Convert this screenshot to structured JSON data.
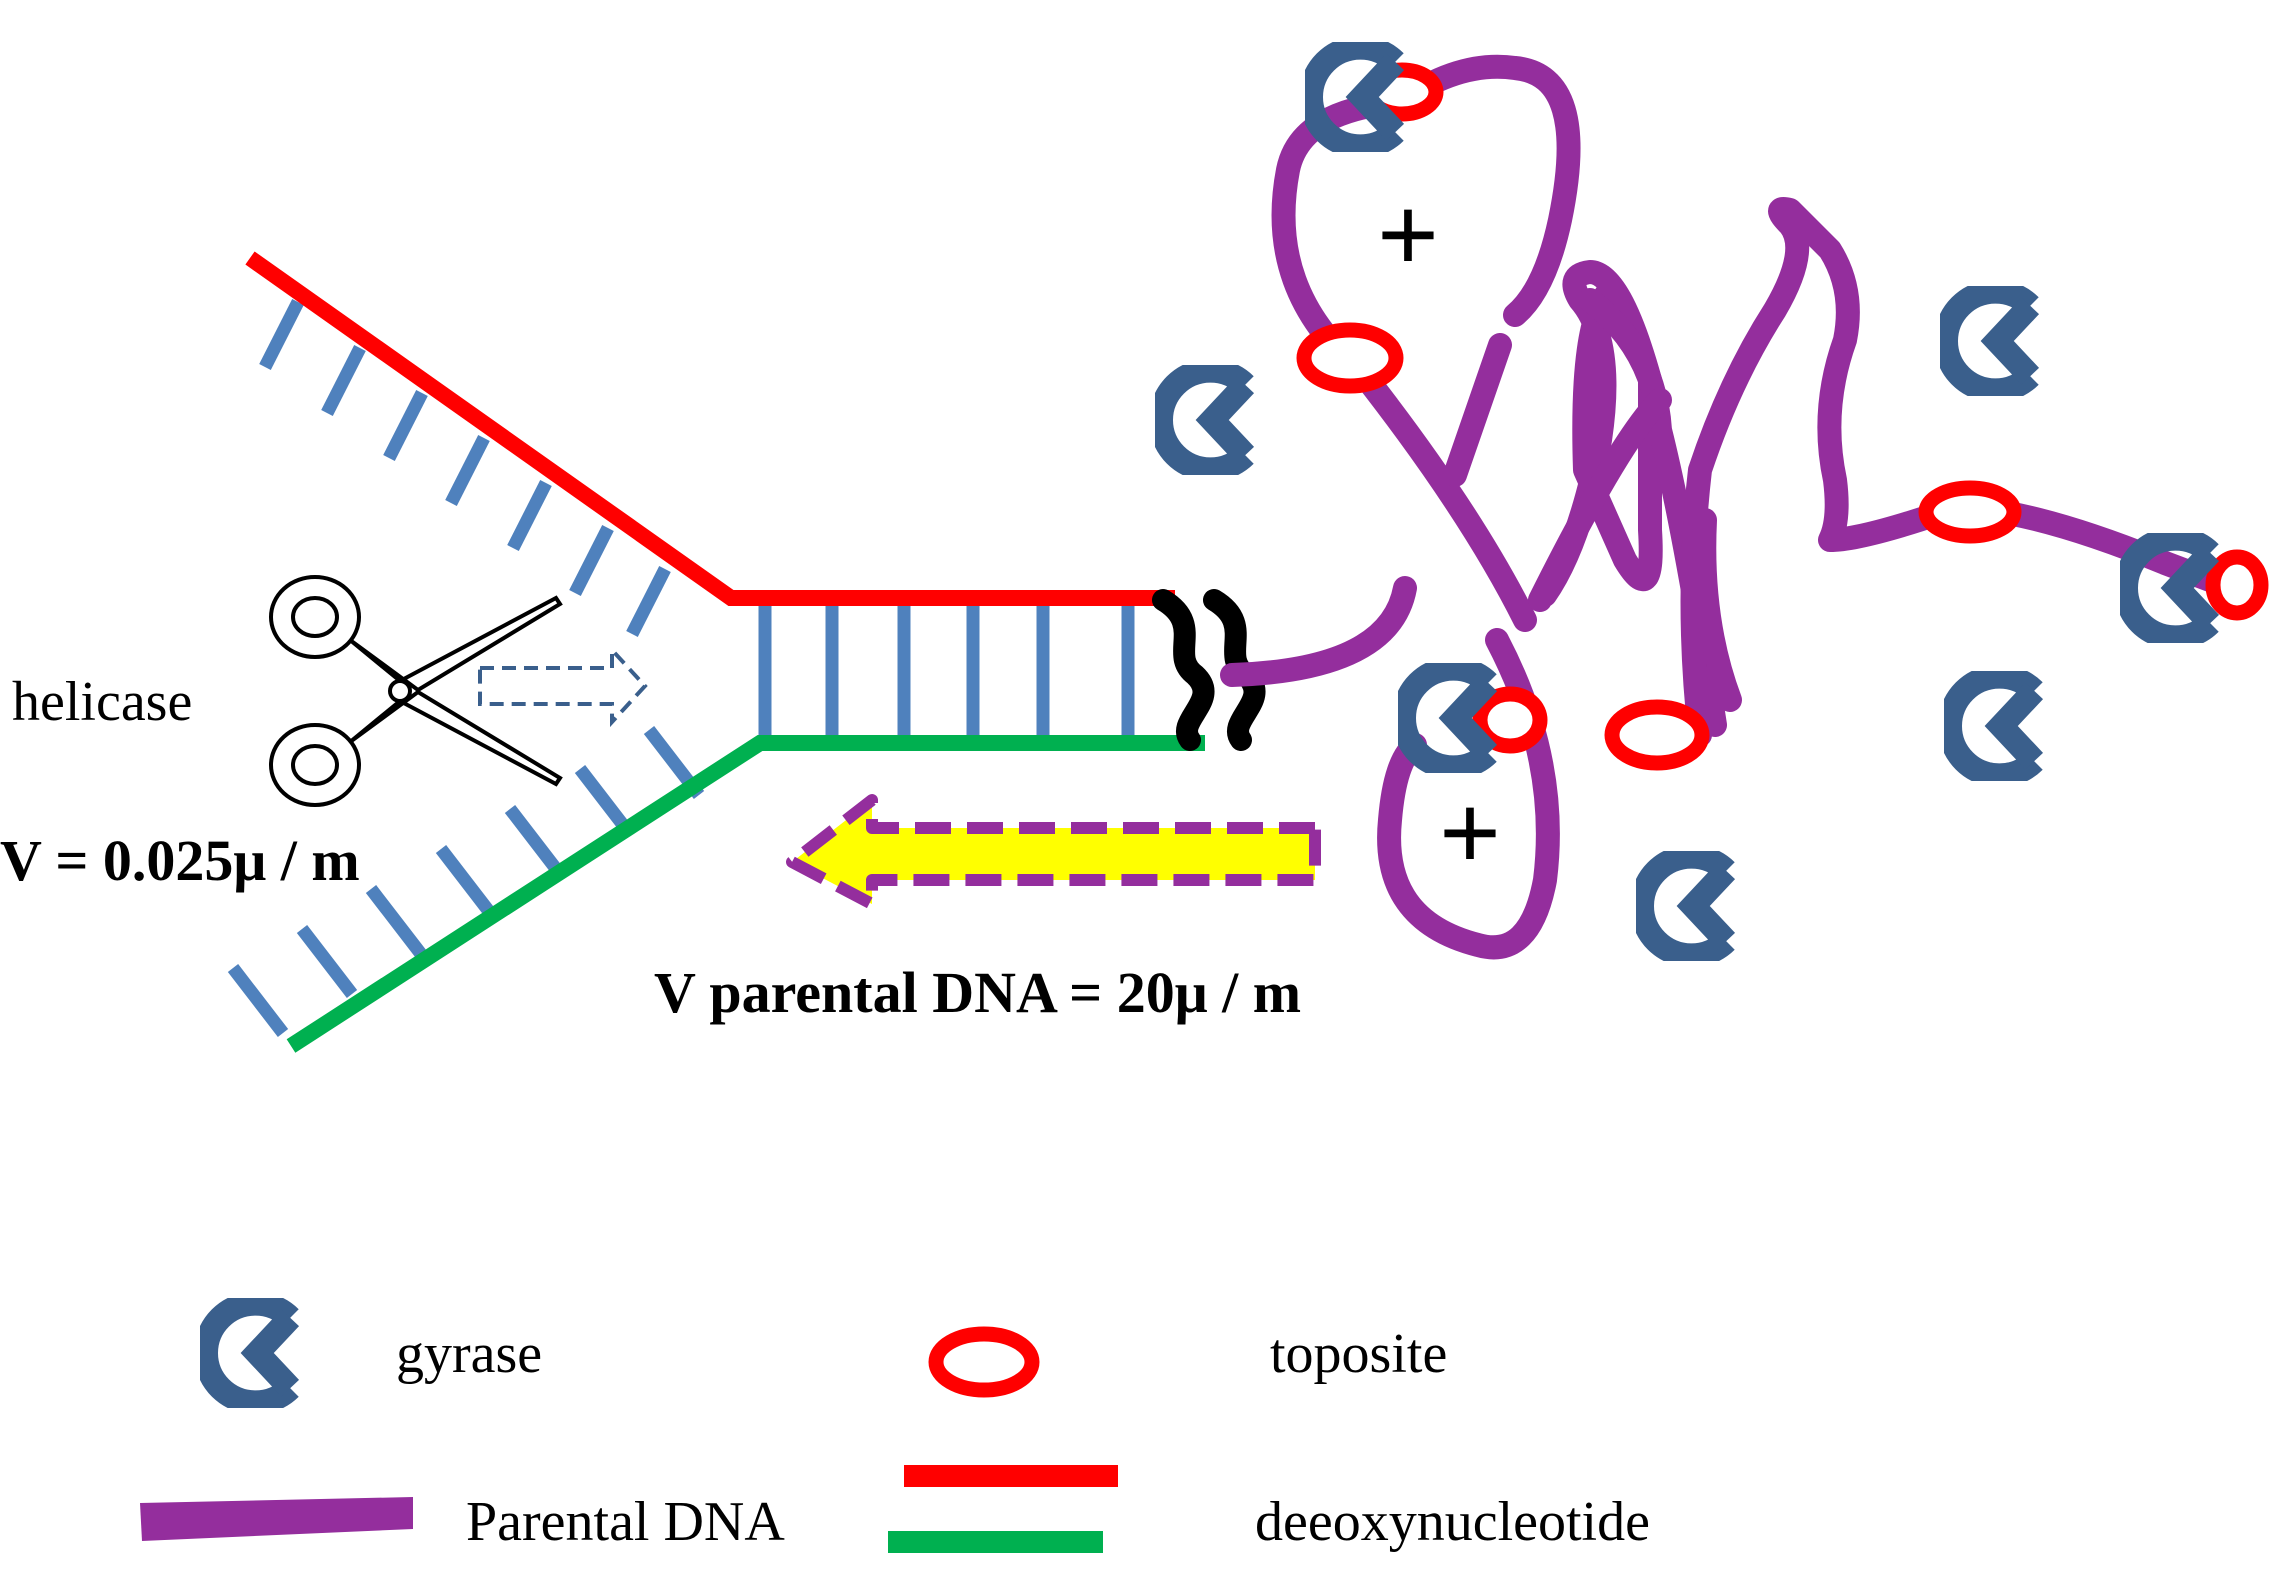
{
  "labels": {
    "helicase": "helicase",
    "helicase_speed": "V = 0.025μ / m",
    "parental_speed": "V parental DNA = 20μ / m",
    "plus_upper": "+",
    "plus_lower": "+"
  },
  "legend": {
    "gyrase": "gyrase",
    "toposite": "toposite",
    "parental_dna": "Parental DNA",
    "deoxynucleotide": "deeoxynucleotide"
  },
  "colors": {
    "strand_red": "#ff0000",
    "strand_green": "#00b050",
    "base_pair_blue": "#4f81bd",
    "parental_purple": "#942e9d",
    "gyrase_blue": "#3a5f8c",
    "toposite_red": "#ff0000",
    "arrow_yellow": "#ffff00",
    "supercoil_black": "#000000"
  },
  "icons": {
    "gyrase": "pacman-icon",
    "toposite": "ring-icon",
    "helicase": "scissors-icon",
    "direction": "dashed-arrow-icon"
  }
}
